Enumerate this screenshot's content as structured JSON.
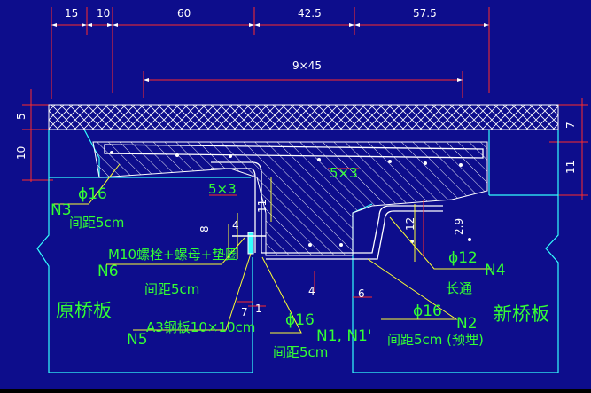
{
  "top_dims": [
    "15",
    "10",
    "60",
    "42.5",
    "57.5"
  ],
  "span_dim": "9×45",
  "left_dims": [
    "5",
    "10"
  ],
  "right_dims": [
    "7",
    "11"
  ],
  "inner_dims": {
    "d53a": "5×3",
    "d53b": "5×3",
    "d8": "8",
    "d4a": "4",
    "d11": "11",
    "d12": "12",
    "d29": "2.9",
    "d4b": "4",
    "d6": "6",
    "d7": "7",
    "d1": "1"
  },
  "labels": {
    "n3": "N3",
    "n3_dia": "ϕ16",
    "n3_spacing": "间距5cm",
    "n6": "N6",
    "n6_desc": "M10螺栓+螺母+垫圈",
    "n6_spacing": "间距5cm",
    "n5": "N5",
    "n5_desc": "A3钢板10×10cm",
    "mid_dia": "ϕ16",
    "mid_n": "N1, N1'",
    "mid_spacing": "间距5cm",
    "n4_dia": "ϕ12",
    "n4": "N4",
    "n4_len": "长通",
    "n2_dia": "ϕ16",
    "n2": "N2",
    "n2_spacing": "间距5cm (预埋)",
    "old_slab": "原桥板",
    "new_slab": "新桥板"
  },
  "colors": {
    "background": "#0d0d8c",
    "dimension_line": "#ff2a2a",
    "structure_outline": "#33ffff",
    "leader": "#ffff33",
    "text": "#33ff33"
  }
}
